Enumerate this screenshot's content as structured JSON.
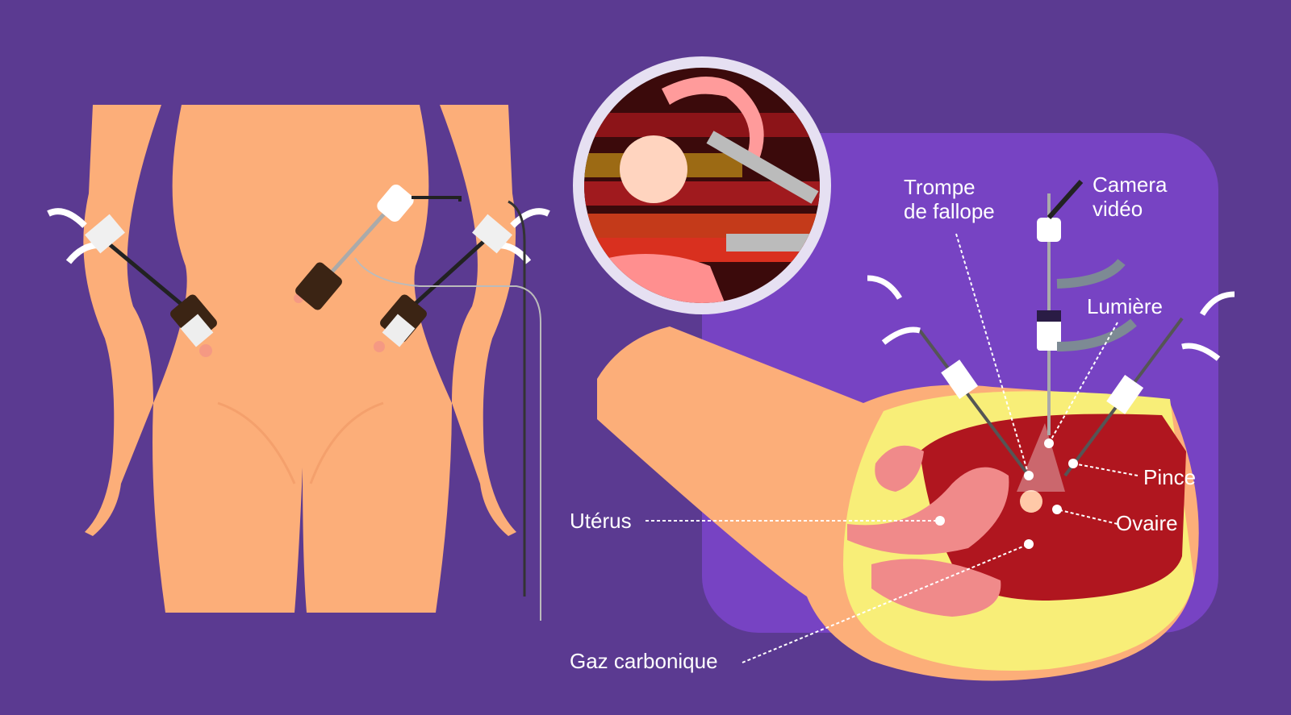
{
  "colors": {
    "background": "#5b3a91",
    "panel": "#7743c3",
    "skin": "#fcae79",
    "skin_shadow": "#f4a06c",
    "cavity": "#b0161f",
    "fat": "#f8ee78",
    "uterus": "#f08a8a",
    "lens_ring": "#e6e0f2",
    "label": "#ffffff"
  },
  "labels": {
    "trompe": [
      "Trompe",
      "de fallope"
    ],
    "camera": [
      "Camera",
      "vidéo"
    ],
    "lumiere": "Lumière",
    "pince": "Pince",
    "ovaire": "Ovaire",
    "uterus": "Utérus",
    "gaz": "Gaz carbonique"
  }
}
